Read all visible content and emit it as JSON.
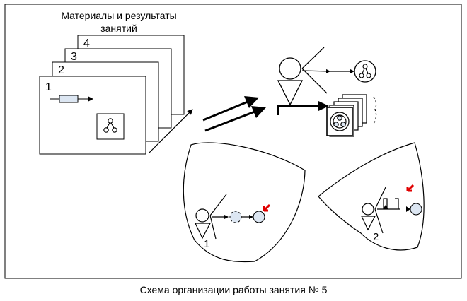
{
  "header": {
    "materials_line1": "Материалы и результаты",
    "materials_line2": "занятий"
  },
  "cards": {
    "labels": [
      "1",
      "2",
      "3",
      "4"
    ]
  },
  "groups": {
    "left_label": "1",
    "right_label": "2"
  },
  "caption": "Схема организации работы занятия № 5",
  "colors": {
    "stroke": "#000000",
    "circle_fill": "#dce6f2",
    "connector_fill": "#dce6f2",
    "highlight_arrow": "#e00000"
  }
}
